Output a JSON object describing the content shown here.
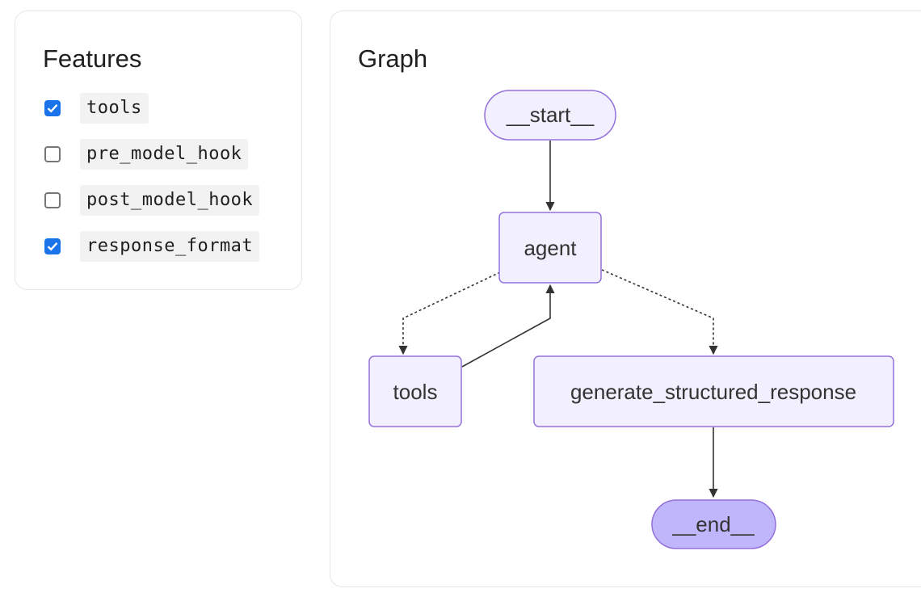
{
  "features": {
    "title": "Features",
    "items": [
      {
        "label": "tools",
        "checked": true
      },
      {
        "label": "pre_model_hook",
        "checked": false
      },
      {
        "label": "post_model_hook",
        "checked": false
      },
      {
        "label": "response_format",
        "checked": true
      }
    ]
  },
  "graph": {
    "title": "Graph",
    "nodes": {
      "start": "__start__",
      "agent": "agent",
      "tools": "tools",
      "generate": "generate_structured_response",
      "end": "__end__"
    },
    "colors": {
      "node_fill": "#f2f0ff",
      "node_stroke": "#9370db",
      "end_fill": "#bfb6fc",
      "edge": "#333333",
      "checkbox_checked": "#1a73e8"
    }
  }
}
